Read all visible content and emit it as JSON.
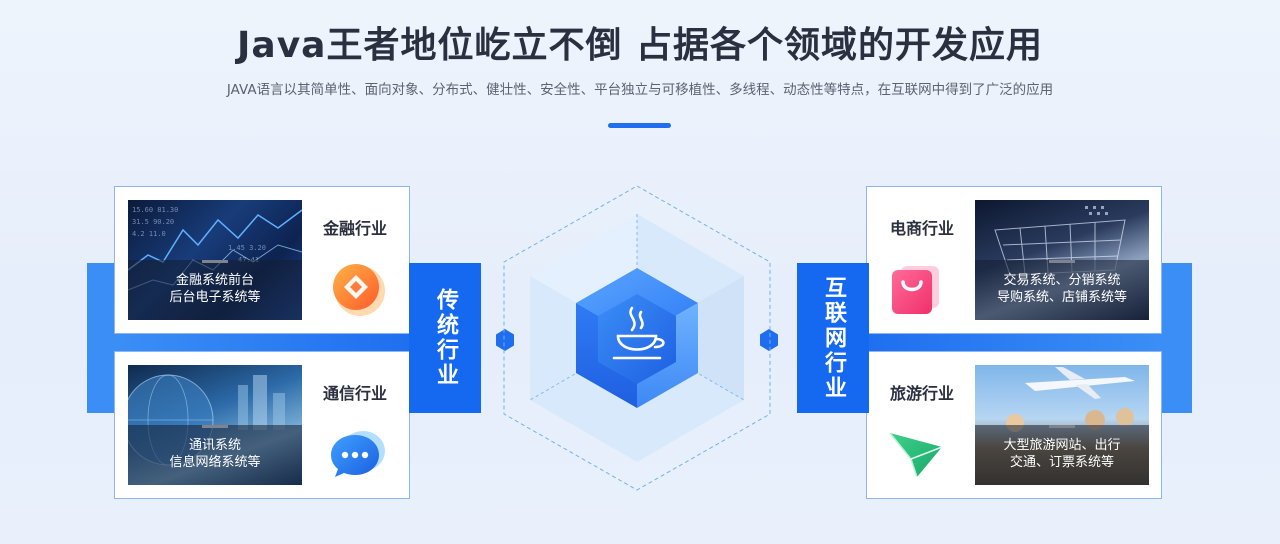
{
  "header": {
    "title": "Java王者地位屹立不倒  占据各个领域的开发应用",
    "subtitle": "JAVA语言以其简单性、面向对象、分布式、健壮性、安全性、平台独立与可移植性、多线程、动态性等特点，在互联网中得到了广泛的应用"
  },
  "tabs": {
    "traditional": "传统行业",
    "internet": "互联网行业"
  },
  "cards": {
    "finance": {
      "label": "金融行业",
      "caption": [
        "金融系统前台",
        "后台电子系统等"
      ],
      "icon": "coin-icon"
    },
    "telecom": {
      "label": "通信行业",
      "caption": [
        "通讯系统",
        "信息网络系统等"
      ],
      "icon": "chat-bubble-icon"
    },
    "ecommerce": {
      "label": "电商行业",
      "caption": [
        "交易系统、分销系统",
        "导购系统、店铺系统等"
      ],
      "icon": "shopping-bag-icon"
    },
    "travel": {
      "label": "旅游行业",
      "caption": [
        "大型旅游网站、出行",
        "交通、订票系统等"
      ],
      "icon": "paper-plane-icon"
    }
  },
  "center": {
    "icon": "java-cup-icon"
  },
  "colors": {
    "accent": "#1f6ef0",
    "title": "#2b3040"
  }
}
